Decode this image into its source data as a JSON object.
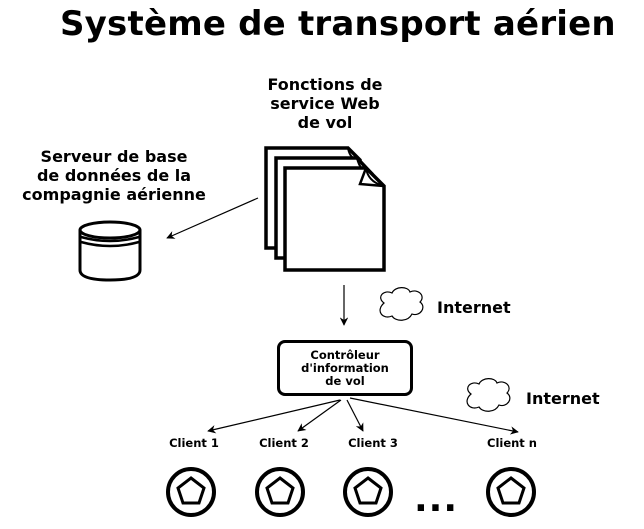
{
  "diagram": {
    "title": "Système de transport aérien",
    "nodes": {
      "web_service": {
        "label": "Fonctions de\nservice Web\nde vol",
        "icon": "stacked-documents-icon"
      },
      "database": {
        "label": "Serveur de base\nde données de la\ncompagnie aérienne",
        "icon": "database-cylinder-icon"
      },
      "controller": {
        "label": "Contrôleur\nd'information\nde vol"
      },
      "clients": [
        {
          "label": "Client 1",
          "icon": "client-pentagon-icon"
        },
        {
          "label": "Client 2",
          "icon": "client-pentagon-icon"
        },
        {
          "label": "Client 3",
          "icon": "client-pentagon-icon"
        },
        {
          "label": "Client n",
          "icon": "client-pentagon-icon"
        }
      ],
      "ellipsis": "...",
      "networks": [
        {
          "label": "Internet",
          "icon": "cloud-icon"
        },
        {
          "label": "Internet",
          "icon": "cloud-icon"
        }
      ]
    },
    "edges": [
      {
        "from": "web_service",
        "to": "database"
      },
      {
        "from": "web_service",
        "to": "controller"
      },
      {
        "from": "controller",
        "to": "Client 1"
      },
      {
        "from": "controller",
        "to": "Client 2"
      },
      {
        "from": "controller",
        "to": "Client 3"
      },
      {
        "from": "controller",
        "to": "Client n"
      }
    ]
  }
}
